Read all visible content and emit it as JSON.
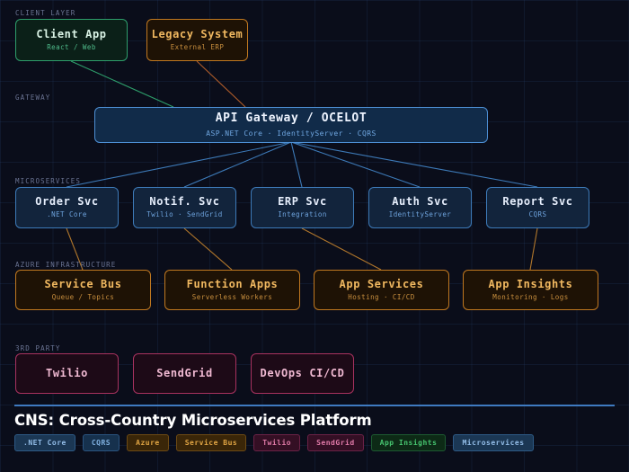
{
  "diagram": {
    "background_color": "#0a0d1a",
    "grid_color": "#2a4878",
    "layers": [
      {
        "label": "CLIENT LAYER"
      },
      {
        "label": "GATEWAY"
      },
      {
        "label": "MICROSERVICES"
      },
      {
        "label": "AZURE INFRASTRUCTURE"
      },
      {
        "label": "3RD PARTY"
      }
    ],
    "client_layer": {
      "label": "CLIENT LAYER",
      "nodes": [
        {
          "title": "Client App",
          "subtitle": "React / Web",
          "accent": "#2e9e6b"
        },
        {
          "title": "Legacy System",
          "subtitle": "External ERP",
          "accent": "#c07820"
        }
      ]
    },
    "gateway": {
      "label": "GATEWAY",
      "node": {
        "title": "API Gateway / OCELOT",
        "subtitle": "ASP.NET Core  ·  IdentityServer  ·  CQRS",
        "accent": "#4d8fd4"
      }
    },
    "microservices": {
      "label": "MICROSERVICES",
      "nodes": [
        {
          "title": "Order Svc",
          "subtitle": ".NET Core",
          "accent": "#3d7ab8"
        },
        {
          "title": "Notif. Svc",
          "subtitle": "Twilio · SendGrid",
          "accent": "#3d7ab8"
        },
        {
          "title": "ERP Svc",
          "subtitle": "Integration",
          "accent": "#3d7ab8"
        },
        {
          "title": "Auth Svc",
          "subtitle": "IdentityServer",
          "accent": "#3d7ab8"
        },
        {
          "title": "Report Svc",
          "subtitle": "CQRS",
          "accent": "#3d7ab8"
        }
      ]
    },
    "azure_infrastructure": {
      "label": "AZURE INFRASTRUCTURE",
      "nodes": [
        {
          "title": "Service Bus",
          "subtitle": "Queue / Topics",
          "accent": "#c07820"
        },
        {
          "title": "Function Apps",
          "subtitle": "Serverless Workers",
          "accent": "#c07820"
        },
        {
          "title": "App Services",
          "subtitle": "Hosting · CI/CD",
          "accent": "#c07820"
        },
        {
          "title": "App Insights",
          "subtitle": "Monitoring · Logs",
          "accent": "#c07820"
        }
      ]
    },
    "third_party": {
      "label": "3RD PARTY",
      "nodes": [
        {
          "title": "Twilio",
          "subtitle": "",
          "accent": "#a8325f"
        },
        {
          "title": "SendGrid",
          "subtitle": "",
          "accent": "#a8325f"
        },
        {
          "title": "DevOps CI/CD",
          "subtitle": "",
          "accent": "#a8325f"
        }
      ]
    }
  },
  "footer": {
    "title": "CNS: Cross-Country Microservices Platform",
    "divider_color": "#3f7ac0",
    "tags": [
      {
        "label": ".NET Core",
        "bg": "#1b3754",
        "fg": "#93bde8",
        "border": "#2d5a86"
      },
      {
        "label": "CQRS",
        "bg": "#16314d",
        "fg": "#7fb0df",
        "border": "#2a5480"
      },
      {
        "label": "Azure",
        "bg": "#3a2608",
        "fg": "#e2a644",
        "border": "#6d4a14"
      },
      {
        "label": "Service Bus",
        "bg": "#3a2608",
        "fg": "#e2a644",
        "border": "#6d4a14"
      },
      {
        "label": "Twilio",
        "bg": "#340f24",
        "fg": "#e07aa8",
        "border": "#6b2246"
      },
      {
        "label": "SendGrid",
        "bg": "#340f24",
        "fg": "#e07aa8",
        "border": "#6b2246"
      },
      {
        "label": "App Insights",
        "bg": "#0d2a16",
        "fg": "#46c46f",
        "border": "#1d5a31"
      },
      {
        "label": "Microservices",
        "bg": "#1b3754",
        "fg": "#93bde8",
        "border": "#2d5a86"
      }
    ]
  },
  "connections": {
    "client_to_gateway": [
      {
        "from": "Client App",
        "to": "API Gateway / OCELOT",
        "color": "#2e9e6b"
      },
      {
        "from": "Legacy System",
        "to": "API Gateway / OCELOT",
        "color": "#b05d2a"
      }
    ],
    "gateway_to_microservices": [
      {
        "from": "API Gateway / OCELOT",
        "to": "Order Svc",
        "color": "#3d7ab8"
      },
      {
        "from": "API Gateway / OCELOT",
        "to": "Notif. Svc",
        "color": "#3d7ab8"
      },
      {
        "from": "API Gateway / OCELOT",
        "to": "ERP Svc",
        "color": "#3d7ab8"
      },
      {
        "from": "API Gateway / OCELOT",
        "to": "Auth Svc",
        "color": "#3d7ab8"
      },
      {
        "from": "API Gateway / OCELOT",
        "to": "Report Svc",
        "color": "#3d7ab8"
      }
    ],
    "microservices_to_azure": [
      {
        "from": "Order Svc",
        "to": "Service Bus",
        "color": "#b0762b"
      },
      {
        "from": "Notif. Svc",
        "to": "Function Apps",
        "color": "#b0762b"
      },
      {
        "from": "ERP Svc",
        "to": "App Services",
        "color": "#b0762b"
      },
      {
        "from": "Report Svc",
        "to": "App Insights",
        "color": "#b0762b"
      }
    ]
  }
}
